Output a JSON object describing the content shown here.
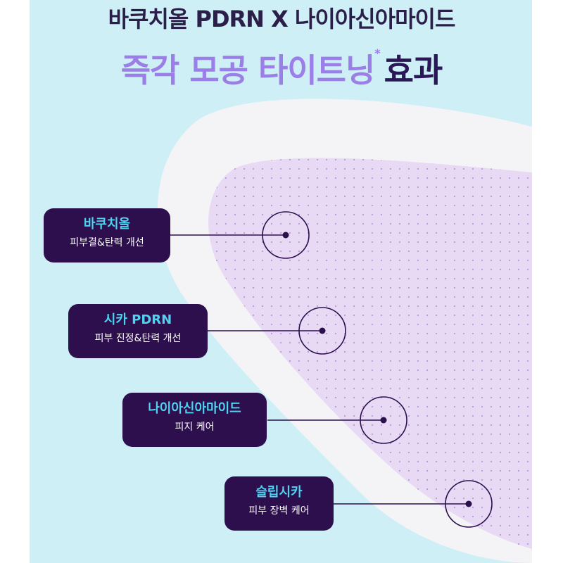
{
  "headline": {
    "top": "바쿠치올 PDRN X 나이아신아마이드",
    "main_highlight": "즉각 모공 타이트닝",
    "main_mark": "*",
    "main_end": "효과"
  },
  "ingredients": [
    {
      "name": "바쿠치올",
      "desc": "피부결&탄력 개선"
    },
    {
      "name": "시카 PDRN",
      "desc": "피부 진정&탄력 개선"
    },
    {
      "name": "나이아신아마이드",
      "desc": "피지 케어"
    },
    {
      "name": "슬립시카",
      "desc": "피부 장벽 케어"
    }
  ],
  "colors": {
    "background": "#cdeff5",
    "mask_outer": "#f4f4f7",
    "skin_patch": "#e8daf4",
    "label_bg": "#2d0f4e",
    "label_name": "#4fd3f0",
    "headline_dark": "#2b1657",
    "headline_accent": "#9b7ee8"
  }
}
